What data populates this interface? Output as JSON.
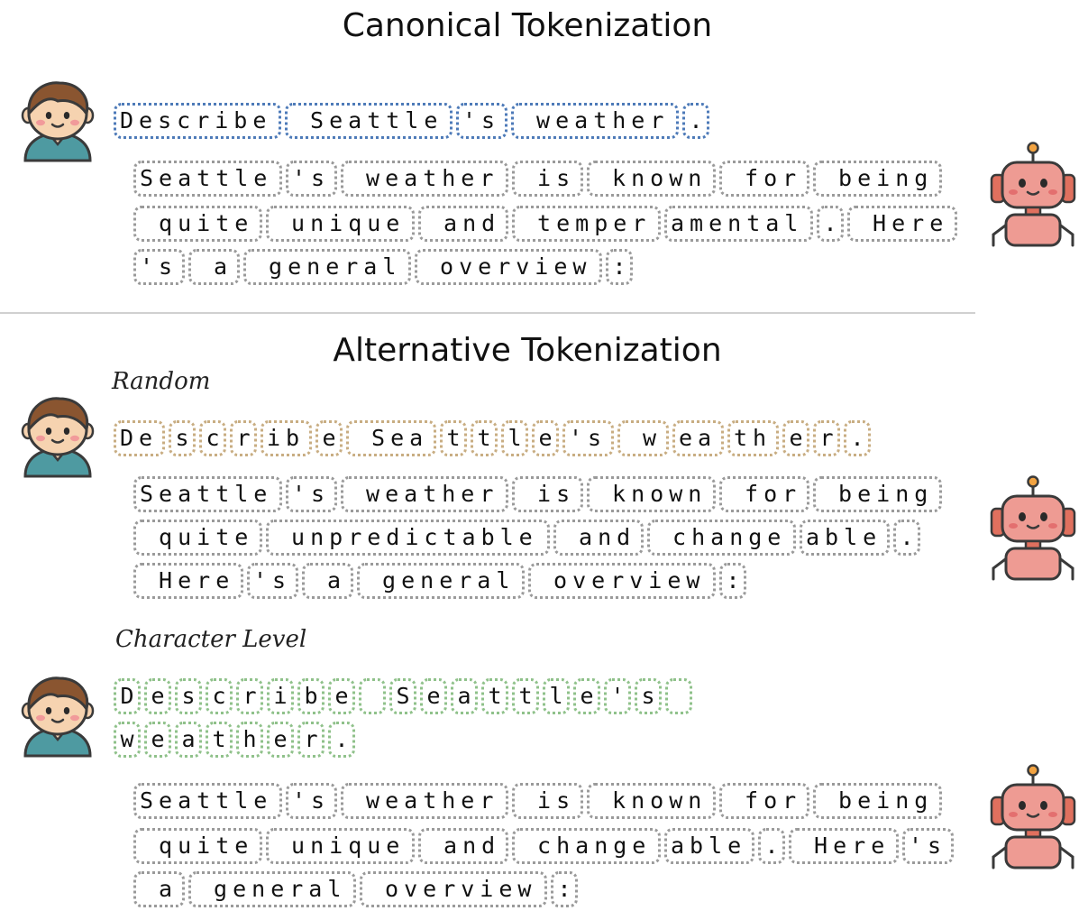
{
  "titles": {
    "canonical": "Canonical Tokenization",
    "alternative": "Alternative Tokenization"
  },
  "labels": {
    "random": "Random",
    "character": "Character Level"
  },
  "colors": {
    "canonical_border": "#4d7ab8",
    "random_border": "#c8ad82",
    "character_border": "#8fc18a",
    "response_border": "#9a9a9a",
    "divider": "#d0d0d0"
  },
  "icons": {
    "user": "user-avatar-icon",
    "assistant": "robot-icon"
  },
  "sections": [
    {
      "prompt": {
        "style": "blue",
        "lines": [
          [
            "Describe",
            " Seattle",
            "'s",
            " weather",
            "."
          ]
        ]
      },
      "response": {
        "lines": [
          [
            "Seattle",
            "'s",
            " weather",
            " is",
            " known",
            " for",
            " being"
          ],
          [
            " quite",
            " unique",
            " and",
            " temper",
            "amental",
            ".",
            " Here"
          ],
          [
            "'s",
            " a",
            " general",
            " overview",
            ":"
          ]
        ]
      }
    },
    {
      "prompt": {
        "style": "tan",
        "lines": [
          [
            "De",
            "s",
            "c",
            "r",
            "ib",
            "e",
            " Sea",
            "t",
            "t",
            "l",
            "e",
            "'s",
            " w",
            "ea",
            "th",
            "e",
            "r",
            "."
          ]
        ]
      },
      "response": {
        "lines": [
          [
            "Seattle",
            "'s",
            " weather",
            " is",
            " known",
            " for",
            " being"
          ],
          [
            " quite",
            " unpredictable",
            " and",
            " change",
            "able",
            "."
          ],
          [
            " Here",
            "'s",
            " a",
            " general",
            " overview",
            ":"
          ]
        ]
      }
    },
    {
      "prompt": {
        "style": "green",
        "lines": [
          [
            "D",
            "e",
            "s",
            "c",
            "r",
            "i",
            "b",
            "e",
            " ",
            "S",
            "e",
            "a",
            "t",
            "t",
            "l",
            "e",
            "'",
            "s",
            " "
          ],
          [
            "w",
            "e",
            "a",
            "t",
            "h",
            "e",
            "r",
            "."
          ]
        ]
      },
      "response": {
        "lines": [
          [
            "Seattle",
            "'s",
            " weather",
            " is",
            " known",
            " for",
            " being"
          ],
          [
            " quite",
            " unique",
            " and",
            " change",
            "able",
            ".",
            " Here",
            "'s"
          ],
          [
            " a",
            " general",
            " overview",
            ":"
          ]
        ]
      }
    }
  ]
}
